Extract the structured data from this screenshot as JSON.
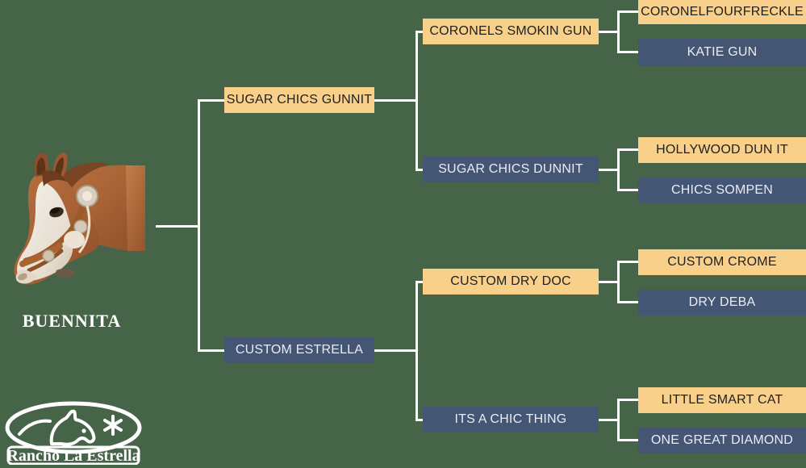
{
  "theme": {
    "background": "#466447",
    "sire_color": "#f8d08a",
    "dam_color": "#455574",
    "sire_text": "#1f1f1f",
    "dam_text": "#e9edf3",
    "line_color": "#ffffff"
  },
  "subject": {
    "name": "BUENNITA",
    "photo_alt": "horse-head-photo"
  },
  "branding": {
    "logo_text": "Rancho La Estrella",
    "logo_icon": "horse-head-star-oval-logo"
  },
  "pedigree": {
    "generation2": [
      {
        "id": "sire",
        "label": "SUGAR CHICS GUNNIT",
        "type": "sire"
      },
      {
        "id": "dam",
        "label": "CUSTOM ESTRELLA",
        "type": "dam"
      }
    ],
    "generation3": [
      {
        "id": "sire-sire",
        "label": "CORONELS SMOKIN GUN",
        "type": "sire"
      },
      {
        "id": "sire-dam",
        "label": "SUGAR CHICS DUNNIT",
        "type": "dam"
      },
      {
        "id": "dam-sire",
        "label": "CUSTOM DRY DOC",
        "type": "sire"
      },
      {
        "id": "dam-dam",
        "label": "ITS A CHIC THING",
        "type": "dam"
      }
    ],
    "generation4": [
      {
        "id": "ss-sire",
        "label": "CORONELFOURFRECKLE",
        "type": "sire"
      },
      {
        "id": "ss-dam",
        "label": "KATIE GUN",
        "type": "dam"
      },
      {
        "id": "sd-sire",
        "label": "HOLLYWOOD DUN IT",
        "type": "sire"
      },
      {
        "id": "sd-dam",
        "label": "CHICS SOMPEN",
        "type": "dam"
      },
      {
        "id": "ds-sire",
        "label": "CUSTOM CROME",
        "type": "sire"
      },
      {
        "id": "ds-dam",
        "label": "DRY DEBA",
        "type": "dam"
      },
      {
        "id": "dd-sire",
        "label": "LITTLE SMART CAT",
        "type": "sire"
      },
      {
        "id": "dd-dam",
        "label": "ONE GREAT DIAMOND",
        "type": "dam"
      }
    ]
  }
}
